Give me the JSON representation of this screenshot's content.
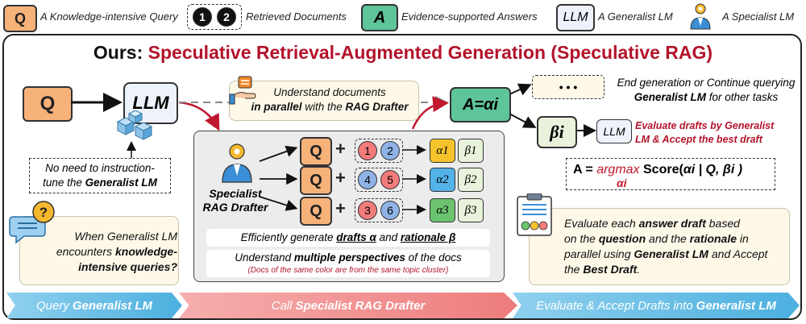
{
  "legend": {
    "query_symbol": "Q",
    "query_label": "A Knowledge-intensive Query",
    "doc_numbers": [
      "1",
      "2"
    ],
    "docs_label": "Retrieved Documents",
    "answer_symbol": "A",
    "answer_label": "Evidence-supported Answers",
    "llm_symbol": "LLM",
    "llm_label": "A Generalist LM",
    "specialist_label": "A Specialist LM"
  },
  "title": {
    "prefix": "Ours: ",
    "main": "Speculative Retrieval-Augmented Generation (Speculative RAG)"
  },
  "left": {
    "q": "Q",
    "llm": "LLM",
    "note_line1": "No need to instruction-",
    "note_line2_pre": "tune the ",
    "note_line2_bold": "Generalist LM",
    "question_line1": "When Generalist LM",
    "question_line2_pre": "encounters ",
    "question_line2_bold": "knowledge-",
    "question_line3": "intensive queries?"
  },
  "understand": {
    "line1": "Understand documents",
    "line2_pre": "in parallel",
    "line2_mid": " with the ",
    "line2_bold": "RAG Drafter"
  },
  "drafter": {
    "name_line1": "Specialist",
    "name_line2": "RAG Drafter",
    "rows": [
      {
        "q": "Q",
        "docs": [
          "1",
          "2"
        ],
        "alpha": "α1",
        "beta": "β1"
      },
      {
        "q": "Q",
        "docs": [
          "4",
          "5"
        ],
        "alpha": "α2",
        "beta": "β2"
      },
      {
        "q": "Q",
        "docs": [
          "3",
          "6"
        ],
        "alpha": "α3",
        "beta": "β3"
      }
    ],
    "plus": "+",
    "gen_pre": "Efficiently generate ",
    "gen_drafts": "drafts α",
    "gen_and": " and ",
    "gen_rationale": "rationale β",
    "persp_pre": "Understand ",
    "persp_bold": "multiple perspectives",
    "persp_post": " of the docs",
    "persp_note": "(Docs of the same color are from the same topic cluster)"
  },
  "right": {
    "answer": "A=αi",
    "ellipsis": "• • •",
    "end_line1": "End generation or Continue querying",
    "end_line2_bold": "Generalist LM",
    "end_line2_post": " for other tasks",
    "beta": "βi",
    "llm": "LLM",
    "eval_line1": "Evaluate drafts by Generalist",
    "eval_line2": "LM & Accept the best draft",
    "formula_a": "A = ",
    "formula_argmax": "argmax",
    "formula_score": " Score(",
    "formula_inside": "αi | Q, βi )",
    "formula_sub": "αi",
    "panel_line1_pre": "Evaluate each ",
    "panel_line1_bold": "answer draft",
    "panel_line1_post": " based",
    "panel_line2_pre": "on the ",
    "panel_line2_bold1": "question",
    "panel_line2_mid": " and the ",
    "panel_line2_bold2": "rationale",
    "panel_line2_post": " in",
    "panel_line3_pre": "parallel using ",
    "panel_line3_bold": "Generalist LM",
    "panel_line3_post": " and Accept",
    "panel_line4_pre": "the ",
    "panel_line4_bold": "Best Draft",
    "panel_line4_post": "."
  },
  "steps": [
    {
      "pre": "Query ",
      "bold": "Generalist LM"
    },
    {
      "pre": "Call ",
      "bold": "Specialist RAG Drafter"
    },
    {
      "pre": "Evaluate & Accept Drafts into ",
      "bold": "Generalist LM"
    }
  ],
  "colors": {
    "title_red": "#b3132b",
    "query_orange": "#f7b27a",
    "answer_green": "#5ec49a",
    "llm_blue": "#eef2fb",
    "step1": "#56b6e0",
    "step2": "#f28c8c",
    "step3": "#56b6e0"
  }
}
